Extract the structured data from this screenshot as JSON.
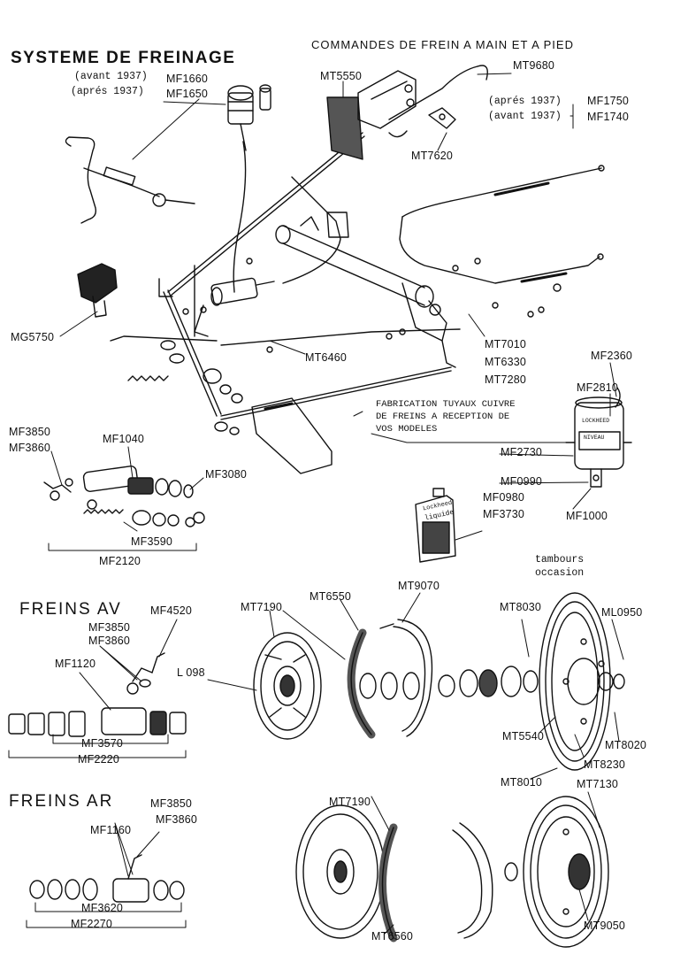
{
  "titles": {
    "main": "SYSTEME DE FREINAGE",
    "commandes": "COMMANDES DE FREIN A MAIN ET A PIED",
    "freins_av": "FREINS AV",
    "freins_ar": "FREINS AR"
  },
  "notes": {
    "avant_1937_a": "(avant 1937)",
    "apres_1937_a": "(aprés 1937)",
    "apres_1937_b": "(aprés 1937)",
    "avant_1937_b": "(avant 1937)",
    "fabrication_1": "FABRICATION TUYAUX CUIVRE",
    "fabrication_2": "DE FREINS A RECEPTION DE",
    "fabrication_3": "VOS MODELES",
    "tambours_1": "tambours",
    "tambours_2": "occasion"
  },
  "parts": {
    "mf1660": "MF1660",
    "mf1650": "MF1650",
    "mt5550": "MT5550",
    "mt9680": "MT9680",
    "mf1750": "MF1750",
    "mf1740": "MF1740",
    "mt7620": "MT7620",
    "mg5750": "MG5750",
    "mt6460": "MT6460",
    "mt7010": "MT7010",
    "mt6330": "MT6330",
    "mt7280": "MT7280",
    "mf2360": "MF2360",
    "mf2810": "MF2810",
    "mf3850_a": "MF3850",
    "mf3860_a": "MF3860",
    "mf1040": "MF1040",
    "mf3080": "MF3080",
    "mf2730": "MF2730",
    "mf0990": "MF0990",
    "mf0980": "MF0980",
    "mf3730": "MF3730",
    "mf1000": "MF1000",
    "mf3590": "MF3590",
    "mf2120": "MF2120",
    "mf4520": "MF4520",
    "mf3850_b": "MF3850",
    "mf3860_b": "MF3860",
    "mt7190_a": "MT7190",
    "mt6550": "MT6550",
    "mt9070": "MT9070",
    "mt8030": "MT8030",
    "ml0950": "ML0950",
    "mf1120": "MF1120",
    "l098": "L 098",
    "mf3570": "MF3570",
    "mf2220": "MF2220",
    "mt5540": "MT5540",
    "mt8020": "MT8020",
    "mt8230": "MT8230",
    "mt8010": "MT8010",
    "mf3850_c": "MF3850",
    "mf3860_c": "MF3860",
    "mt7190_b": "MT7190",
    "mt7130": "MT7130",
    "mf1160": "MF1160",
    "mf3620": "MF3620",
    "mf2270": "MF2270",
    "mt6560": "MT6560",
    "mt9050": "MT9050"
  },
  "products": {
    "reservoir_brand": "LOCKHEED",
    "reservoir_level": "NIVEAU",
    "fluid_brand": "Lockheed",
    "fluid_name": "liquide"
  },
  "colors": {
    "ink": "#111111",
    "paper": "#ffffff"
  }
}
